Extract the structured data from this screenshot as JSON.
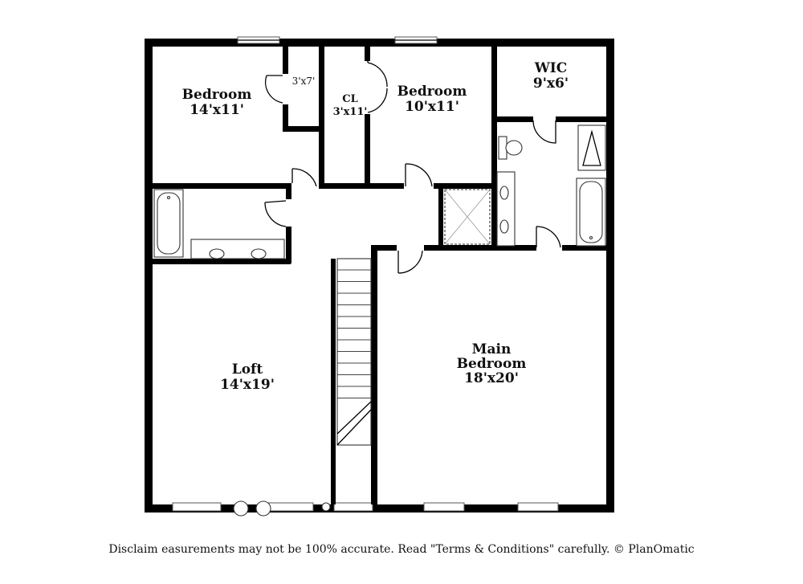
{
  "rooms": {
    "bedroom_left": {
      "name": "Bedroom",
      "size": "14'x11'"
    },
    "closet_small": {
      "size": "3'x7'"
    },
    "closet_cl": {
      "name": "CL",
      "size": "3'x11'"
    },
    "bedroom_middle": {
      "name": "Bedroom",
      "size": "10'x11'"
    },
    "wic": {
      "name": "WIC",
      "size": "9'x6'"
    },
    "loft": {
      "name": "Loft",
      "size": "14'x19'"
    },
    "main_bedroom": {
      "name1": "Main",
      "name2": "Bedroom",
      "size": "18'x20'"
    }
  },
  "disclaimer": "Disclaim     easurements may not be 100% accurate. Read \"Terms & Conditions\" carefully. © PlanOmatic",
  "colors": {
    "wall": "#000000",
    "background": "#ffffff"
  }
}
